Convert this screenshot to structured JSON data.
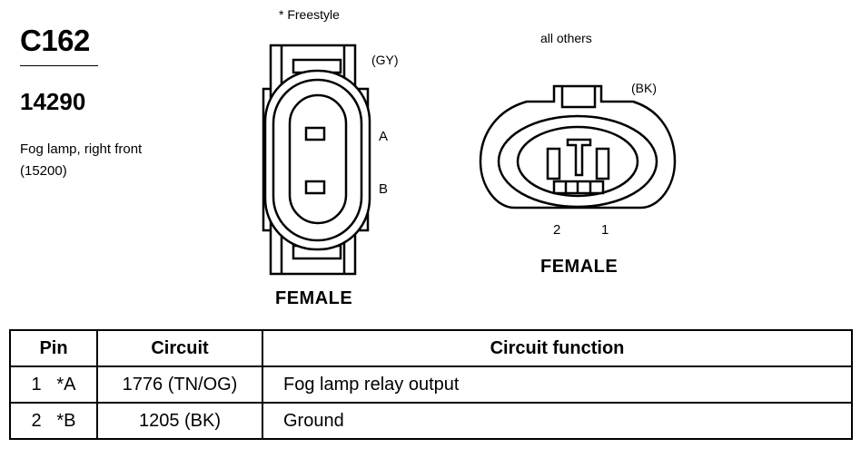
{
  "connector": {
    "id": "C162",
    "part_number": "14290",
    "description_line1": "Fog lamp, right front",
    "description_line2": "(15200)"
  },
  "freestyle": {
    "note": "* Freestyle",
    "color": "(GY)",
    "pin_a": "A",
    "pin_b": "B",
    "label": "FEMALE"
  },
  "others": {
    "note": "all others",
    "color": "(BK)",
    "pin_2": "2",
    "pin_1": "1",
    "label": "FEMALE"
  },
  "table": {
    "headers": [
      "Pin",
      "Circuit",
      "Circuit function"
    ],
    "rows": [
      [
        "1   *A",
        "1776 (TN/OG)",
        "Fog lamp relay output"
      ],
      [
        "2   *B",
        "1205 (BK)",
        "Ground"
      ]
    ]
  }
}
